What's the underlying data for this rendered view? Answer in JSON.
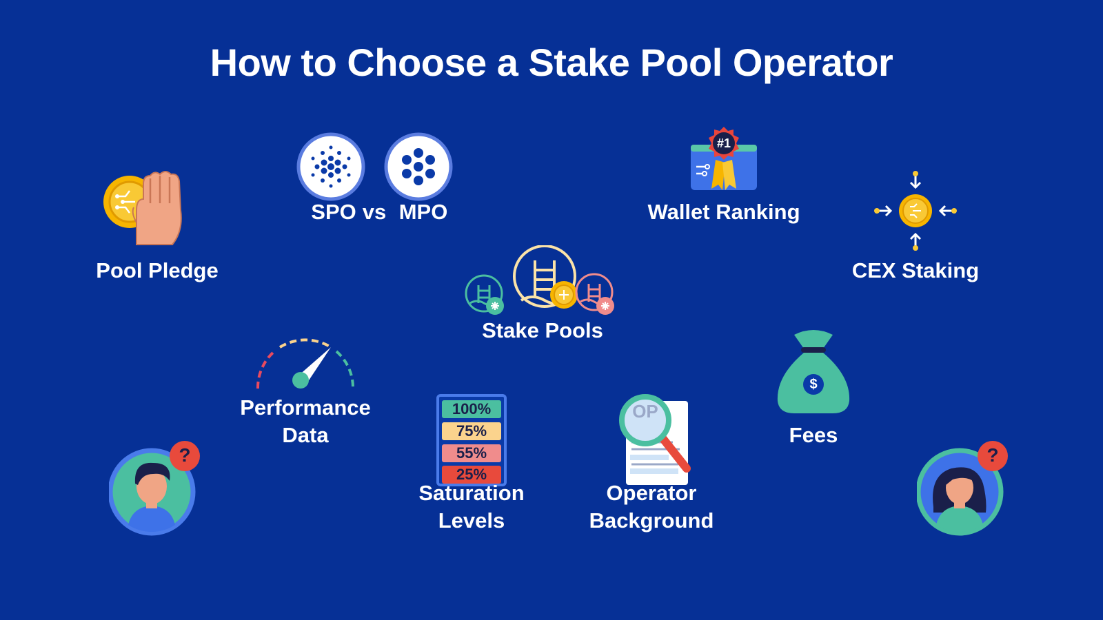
{
  "title": "How to Choose a Stake Pool Operator",
  "colors": {
    "background": "#063096",
    "teal": "#4BBFA0",
    "gold": "#F7B500",
    "salmon": "#F08C8C",
    "red": "#E84A3C",
    "text": "#FFFFFF"
  },
  "topics": {
    "pool_pledge": "Pool Pledge",
    "spo": "SPO",
    "vs": "vs",
    "mpo": "MPO",
    "wallet_ranking": "Wallet Ranking",
    "rank_badge": "#1",
    "cex_staking": "CEX Staking",
    "stake_pools": "Stake Pools",
    "performance_line1": "Performance",
    "performance_line2": "Data",
    "saturation_line1": "Saturation",
    "saturation_line2": "Levels",
    "operator_line1": "Operator",
    "operator_line2": "Background",
    "fees": "Fees",
    "fees_symbol": "$",
    "magnifier_text": "OP"
  },
  "saturation_levels": [
    "100%",
    "75%",
    "55%",
    "25%"
  ],
  "question_mark": "?",
  "icons": [
    "coin-hand-icon",
    "cardano-logo-icon",
    "polkadot-logo-icon",
    "ranking-certificate-icon",
    "inflow-coin-icon",
    "pools-icon",
    "speedometer-icon",
    "saturation-bars-icon",
    "document-search-icon",
    "money-bag-icon",
    "man-question-avatar",
    "woman-question-avatar"
  ]
}
